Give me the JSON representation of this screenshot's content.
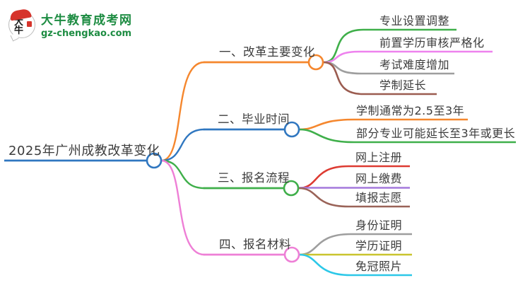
{
  "brand": {
    "logo_chars": "大牛",
    "site_name": "大牛教育成考网",
    "site_url": "gz-chengkao.com",
    "color": "#1d8c42",
    "logo_accent_color": "#d6342c"
  },
  "mindmap": {
    "text_color": "#3c3c3c",
    "root": {
      "label": "2025年广州成教改革变化",
      "color": "#3077c0"
    },
    "branches": [
      {
        "label": "一、改革主要变化",
        "color": "#f5872e",
        "children": [
          {
            "label": "专业设置调整",
            "color": "#3faf4a"
          },
          {
            "label": "前置学历审核严格化",
            "color": "#ee82ee"
          },
          {
            "label": "考试难度增加",
            "color": "#9e9e9e"
          },
          {
            "label": "学制延长",
            "color": "#9b5c50"
          }
        ]
      },
      {
        "label": "二、毕业时间",
        "color": "#3077c0",
        "children": [
          {
            "label": "学制通常为2.5至3年",
            "color": "#f5872e"
          },
          {
            "label": "部分专业可能延长至3年或更长",
            "color": "#3faf4a"
          }
        ]
      },
      {
        "label": "三、报名流程",
        "color": "#3faf4a",
        "children": [
          {
            "label": "网上注册",
            "color": "#dd3b32"
          },
          {
            "label": "网上缴费",
            "color": "#a478dc"
          },
          {
            "label": "填报志愿",
            "color": "#9a6358"
          }
        ]
      },
      {
        "label": "四、报名材料",
        "color": "#ee7fd6",
        "children": [
          {
            "label": "身份证明",
            "color": "#9e9e9e"
          },
          {
            "label": "学历证明",
            "color": "#c9c42e"
          },
          {
            "label": "免冠照片",
            "color": "#2cc8e8"
          }
        ]
      }
    ]
  }
}
